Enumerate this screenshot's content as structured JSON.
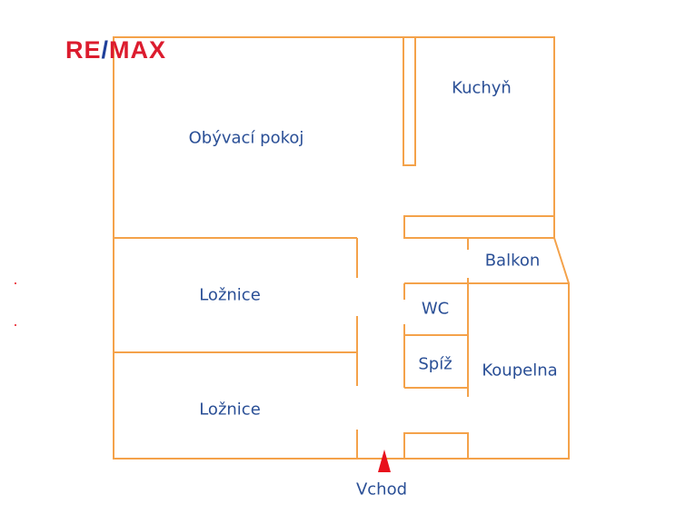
{
  "logo": {
    "left": "RE",
    "slash": "/",
    "right": "MAX"
  },
  "rooms": {
    "living_room": "Obývací pokoj",
    "kitchen": "Kuchyň",
    "balcony": "Balkon",
    "bedroom1": "Ložnice",
    "bedroom2": "Ložnice",
    "wc": "WC",
    "pantry": "Spíž",
    "bathroom": "Koupelna",
    "entrance": "Vchod"
  },
  "colors": {
    "walls": "#f4a24a",
    "labels": "#2a4f96",
    "entrance_marker": "#e8101c",
    "logo_red": "#dc1c2e",
    "logo_blue": "#1f3f9a"
  }
}
